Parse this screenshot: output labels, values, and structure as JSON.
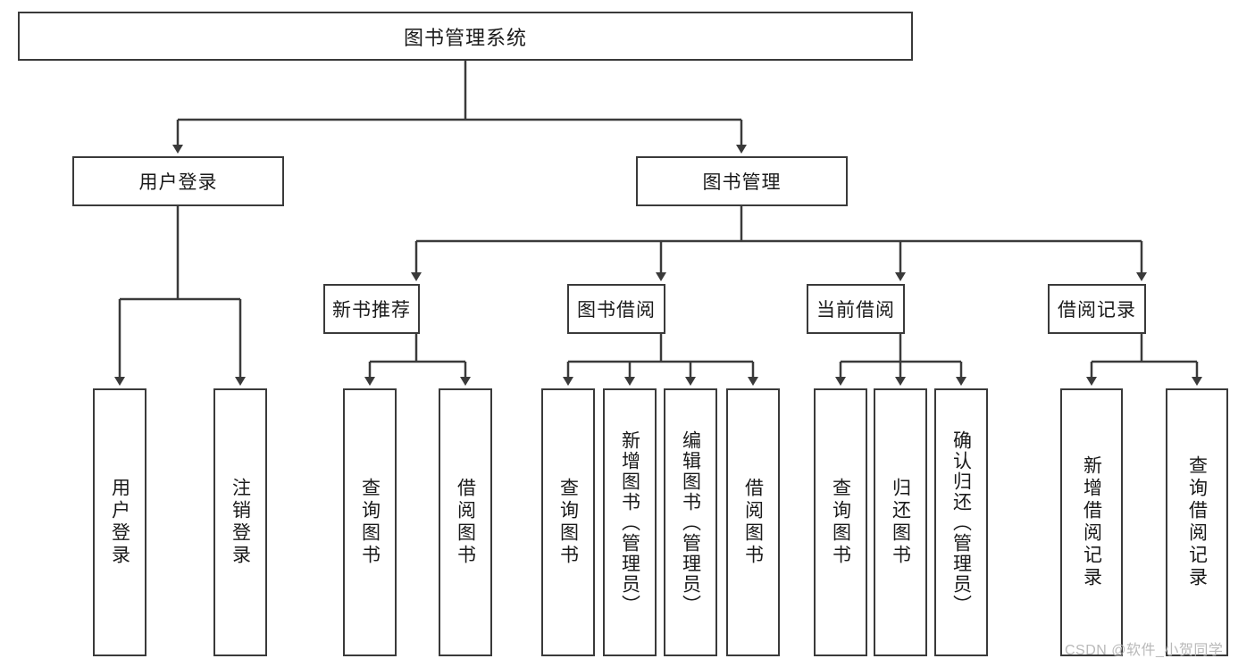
{
  "diagram": {
    "title": "图书管理系统",
    "type": "tree-hierarchy",
    "watermark": "CSDN @软件_小贺同学",
    "colors": {
      "box_border": "#3a3a3a",
      "box_fill": "#ffffff",
      "edge": "#3a3a3a",
      "text": "#1a1a1a",
      "watermark": "#b9b9b9"
    },
    "nodes": {
      "root": "图书管理系统",
      "level2": {
        "user_login": "用户登录",
        "book_manage": "图书管理"
      },
      "level3": {
        "new_book_rec": "新书推荐",
        "book_borrow": "图书借阅",
        "current_borrow": "当前借阅",
        "borrow_record": "借阅记录"
      },
      "leaves": {
        "user_login_1": "用户登录",
        "user_login_2": "注销登录",
        "new_book_rec_1": "查询图书",
        "new_book_rec_2": "借阅图书",
        "book_borrow_1": "查询图书",
        "book_borrow_2": "新增图书（管理员）",
        "book_borrow_3": "编辑图书（管理员）",
        "book_borrow_4": "借阅图书",
        "current_borrow_1": "查询图书",
        "current_borrow_2": "归还图书",
        "current_borrow_3": "确认归还（管理员）",
        "borrow_record_1": "新增借阅记录",
        "borrow_record_2": "查询借阅记录"
      }
    },
    "structure": {
      "图书管理系统": [
        "用户登录",
        "图书管理"
      ],
      "用户登录": [
        "用户登录",
        "注销登录"
      ],
      "图书管理": [
        "新书推荐",
        "图书借阅",
        "当前借阅",
        "借阅记录"
      ],
      "新书推荐": [
        "查询图书",
        "借阅图书"
      ],
      "图书借阅": [
        "查询图书",
        "新增图书（管理员）",
        "编辑图书（管理员）",
        "借阅图书"
      ],
      "当前借阅": [
        "查询图书",
        "归还图书",
        "确认归还（管理员）"
      ],
      "借阅记录": [
        "新增借阅记录",
        "查询借阅记录"
      ]
    }
  }
}
